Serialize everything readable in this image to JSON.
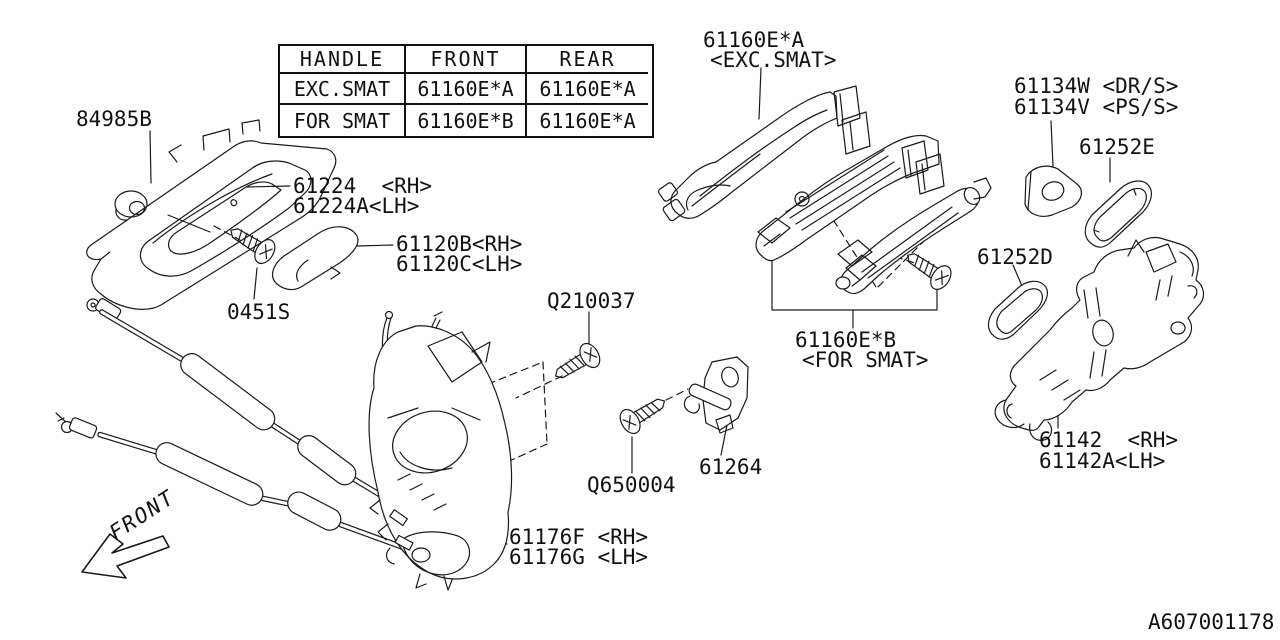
{
  "diagram": {
    "code": "A607001178",
    "front_marker": "FRONT",
    "colors": {
      "line": "#1a1a1a",
      "background": "#ffffff"
    },
    "table": {
      "headers": [
        "HANDLE",
        "FRONT",
        "REAR"
      ],
      "rows": [
        [
          "EXC.SMAT",
          "61160E*A",
          "61160E*A"
        ],
        [
          "FOR SMAT",
          "61160E*B",
          "61160E*A"
        ]
      ]
    },
    "parts": {
      "clip": "84985B",
      "cover_rh": "61224  <RH>",
      "cover_lh": "61224A<LH>",
      "pad_rh": "61120B<RH>",
      "pad_lh": "61120C<LH>",
      "screw_cover": "0451S",
      "screw_latch": "Q210037",
      "screw_checker": "Q650004",
      "checker": "61264",
      "latch_rh": "61176F <RH>",
      "latch_lh": "61176G <LH>",
      "handle_exc": "61160E*A",
      "handle_exc_note": "<EXC.SMAT>",
      "handle_smat": "61160E*B",
      "handle_smat_note": "<FOR SMAT>",
      "cap_dr": "61134W <DR/S>",
      "cap_ps": "61134V <PS/S>",
      "gasket_front": "61252E",
      "gasket_rear": "61252D",
      "frame_rh": "61142  <RH>",
      "frame_lh": "61142A<LH>"
    }
  }
}
